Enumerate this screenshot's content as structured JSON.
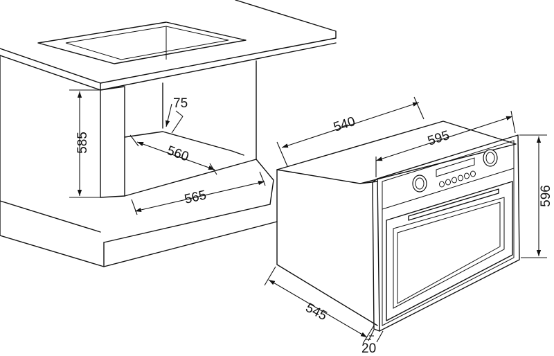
{
  "dimensions": {
    "niche_height": "585",
    "niche_depth": "75",
    "niche_inner_width": "560",
    "niche_width": "565",
    "oven_depth": "540",
    "oven_front_width": "595",
    "oven_height": "596",
    "oven_body_depth": "545",
    "oven_front_thickness": "20"
  },
  "icons": {
    "arrowhead": "filled-triangle"
  }
}
